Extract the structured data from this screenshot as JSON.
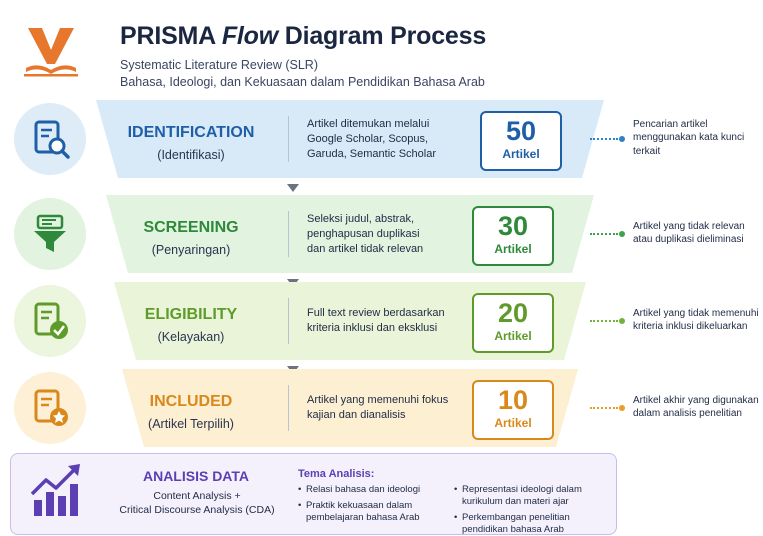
{
  "header": {
    "title_main": "PRISMA ",
    "title_flow": "Flow",
    "title_end": " Diagram Process",
    "subtitle": "Systematic Literature Review (SLR)",
    "description": "Bahasa, Ideologi, dan Kekuasaan dalam Pendidikan Bahasa Arab"
  },
  "stages": [
    {
      "name": "IDENTIFICATION",
      "sub": "(Identifikasi)",
      "desc": [
        "Artikel ditemukan melalui",
        "Google Scholar, Scopus,",
        "Garuda, Semantic Scholar"
      ],
      "count": "50",
      "unit": "Artikel",
      "note": [
        "Pencarian artikel",
        "menggunakan kata kunci",
        "terkait"
      ],
      "icon": "document-search-icon",
      "colors": {
        "accent": "#1f5fa8",
        "band": "#d8eaf7",
        "circle": "#deecf8",
        "line": "#2f80c7"
      }
    },
    {
      "name": "SCREENING",
      "sub": "(Penyaringan)",
      "desc": [
        "Seleksi judul, abstrak,",
        "penghapusan duplikasi",
        "dan artikel tidak relevan"
      ],
      "count": "30",
      "unit": "Artikel",
      "note": [
        "Artikel yang tidak relevan",
        "atau duplikasi dieliminasi"
      ],
      "icon": "filter-icon",
      "colors": {
        "accent": "#2e8a3a",
        "band": "#e2f3e0",
        "circle": "#e2f3e0",
        "line": "#3da34b"
      }
    },
    {
      "name": "ELIGIBILITY",
      "sub": "(Kelayakan)",
      "desc": [
        "Full text review berdasarkan",
        "kriteria inklusi dan eksklusi"
      ],
      "count": "20",
      "unit": "Artikel",
      "note": [
        "Artikel yang tidak memenuhi",
        "kriteria inklusi dikeluarkan"
      ],
      "icon": "document-check-icon",
      "colors": {
        "accent": "#5f9b2a",
        "band": "#eaf4d9",
        "circle": "#ecf5de",
        "line": "#74b13a"
      }
    },
    {
      "name": "INCLUDED",
      "sub": "(Artikel Terpilih)",
      "desc": [
        "Artikel yang memenuhi fokus",
        "kajian dan dianalisis"
      ],
      "count": "10",
      "unit": "Artikel",
      "note": [
        "Artikel akhir yang digunakan",
        "dalam analisis penelitian"
      ],
      "icon": "document-star-icon",
      "colors": {
        "accent": "#d9891a",
        "band": "#fcefd2",
        "circle": "#fdf0d6",
        "line": "#eb9d2b"
      }
    }
  ],
  "analysis": {
    "title": "ANALISIS DATA",
    "method_1": "Content Analysis +",
    "method_2": "Critical Discourse Analysis (CDA)",
    "themes_title": "Tema Analisis:",
    "themes_left": [
      [
        "Relasi bahasa dan ideologi"
      ],
      [
        "Praktik kekuasaan dalam",
        "pembelajaran bahasa Arab"
      ]
    ],
    "themes_right": [
      [
        "Representasi ideologi dalam",
        "kurikulum dan materi ajar"
      ],
      [
        "Perkembangan penelitian",
        "pendidikan bahasa Arab"
      ]
    ],
    "icon": "growth-chart-icon",
    "accent": "#5b3fb3"
  }
}
